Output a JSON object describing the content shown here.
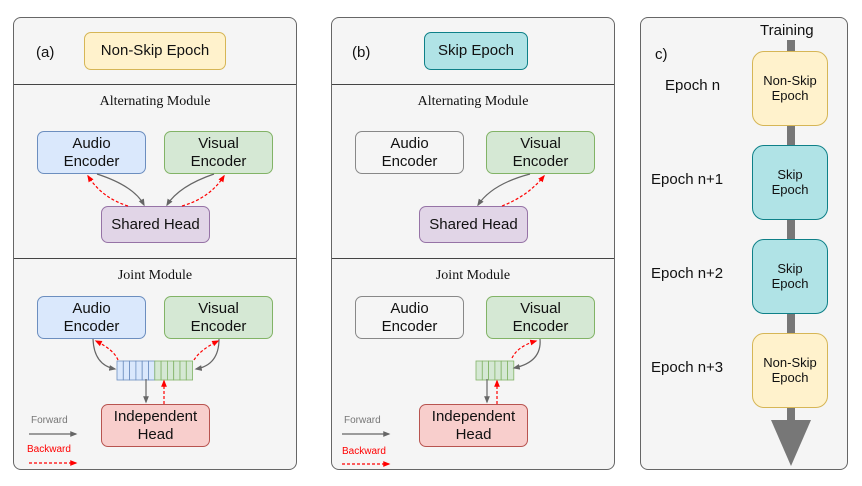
{
  "panel_a": {
    "label": "(a)",
    "epoch_type": "Non-Skip Epoch",
    "alternating": {
      "title": "Alternating Module",
      "audio_encoder": [
        "Audio",
        "Encoder"
      ],
      "visual_encoder": [
        "Visual",
        "Encoder"
      ],
      "head": "Shared Head"
    },
    "joint": {
      "title": "Joint Module",
      "audio_encoder": [
        "Audio",
        "Encoder"
      ],
      "visual_encoder": [
        "Visual",
        "Encoder"
      ],
      "head": [
        "Independent",
        "Head"
      ],
      "feature_cells": {
        "audio": 6,
        "visual": 6
      }
    },
    "legend": {
      "forward": "Forward",
      "backward": "Backward"
    }
  },
  "panel_b": {
    "label": "(b)",
    "epoch_type": "Skip Epoch",
    "alternating": {
      "title": "Alternating Module",
      "audio_encoder": [
        "Audio",
        "Encoder"
      ],
      "visual_encoder": [
        "Visual",
        "Encoder"
      ],
      "head": "Shared Head",
      "audio_active": false
    },
    "joint": {
      "title": "Joint Module",
      "audio_encoder": [
        "Audio",
        "Encoder"
      ],
      "visual_encoder": [
        "Visual",
        "Encoder"
      ],
      "head": [
        "Independent",
        "Head"
      ],
      "feature_cells": {
        "audio": 0,
        "visual": 6
      },
      "audio_active": false
    },
    "legend": {
      "forward": "Forward",
      "backward": "Backward"
    }
  },
  "panel_c": {
    "label": "c)",
    "axis_label": "Training",
    "epochs": [
      {
        "name": "Epoch n",
        "type": [
          "Non-Skip",
          "Epoch"
        ],
        "kind": "nonskip"
      },
      {
        "name": "Epoch n+1",
        "type": [
          "Skip",
          "Epoch"
        ],
        "kind": "skip"
      },
      {
        "name": "Epoch n+2",
        "type": [
          "Skip",
          "Epoch"
        ],
        "kind": "skip"
      },
      {
        "name": "Epoch n+3",
        "type": [
          "Non-Skip",
          "Epoch"
        ],
        "kind": "nonskip"
      }
    ]
  },
  "colors": {
    "forward": "#666666",
    "backward": "#ff0000",
    "audio_fill": "#dae8fc",
    "visual_fill": "#d5e8d4",
    "nonskip_fill": "#fff2cc",
    "skip_fill": "#b0e3e6",
    "shared_fill": "#e1d5e7",
    "independent_fill": "#f8cecc"
  }
}
